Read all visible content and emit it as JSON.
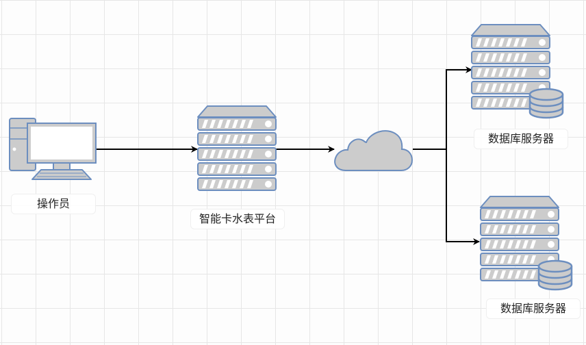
{
  "diagram": {
    "nodes": {
      "operator": {
        "label": "操作员",
        "icon": "desktop-computer-icon"
      },
      "platform": {
        "label": "智能卡水表平台",
        "icon": "server-rack-icon"
      },
      "network": {
        "label": "",
        "icon": "cloud-icon"
      },
      "db_server_1": {
        "label": "数据库服务器",
        "icon": "database-server-icon"
      },
      "db_server_2": {
        "label": "数据库服务器",
        "icon": "database-server-icon"
      }
    },
    "edges": [
      {
        "from": "operator",
        "to": "platform",
        "arrow": "end"
      },
      {
        "from": "platform",
        "to": "network",
        "arrow": "end"
      },
      {
        "from": "network",
        "to": "db_server_1",
        "arrow": "end"
      },
      {
        "from": "network",
        "to": "db_server_2",
        "arrow": "end"
      }
    ],
    "colors": {
      "icon_fill": "#cccccc",
      "icon_stroke": "#6c8ebf",
      "edge": "#000000",
      "grid": "#e6e6e6"
    }
  }
}
